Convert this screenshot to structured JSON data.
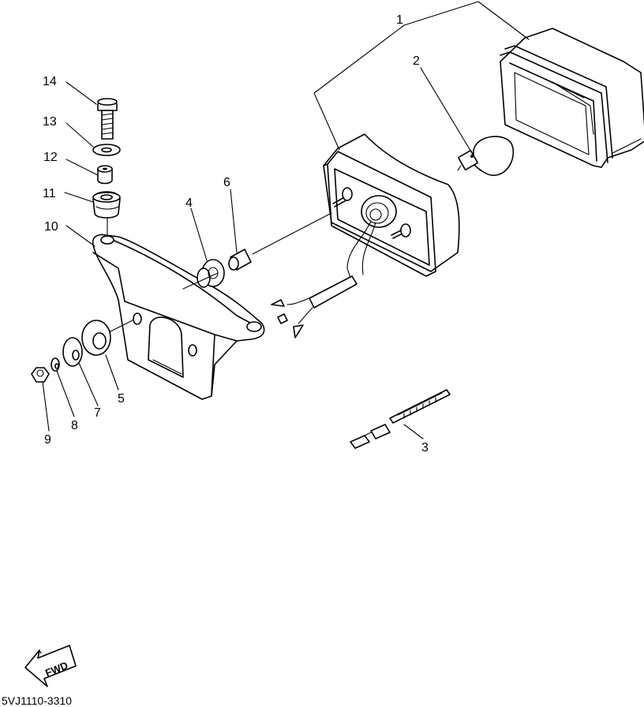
{
  "diagram": {
    "callouts": [
      {
        "id": "1",
        "text": "1"
      },
      {
        "id": "2",
        "text": "2"
      },
      {
        "id": "3",
        "text": "3"
      },
      {
        "id": "4",
        "text": "4"
      },
      {
        "id": "5",
        "text": "5"
      },
      {
        "id": "6",
        "text": "6"
      },
      {
        "id": "7",
        "text": "7"
      },
      {
        "id": "8",
        "text": "8"
      },
      {
        "id": "9",
        "text": "9"
      },
      {
        "id": "10",
        "text": "10"
      },
      {
        "id": "11",
        "text": "11"
      },
      {
        "id": "12",
        "text": "12"
      },
      {
        "id": "13",
        "text": "13"
      },
      {
        "id": "14",
        "text": "14"
      }
    ],
    "fwd_label": "FWD",
    "drawing_code": "5VJ1110-3310"
  }
}
